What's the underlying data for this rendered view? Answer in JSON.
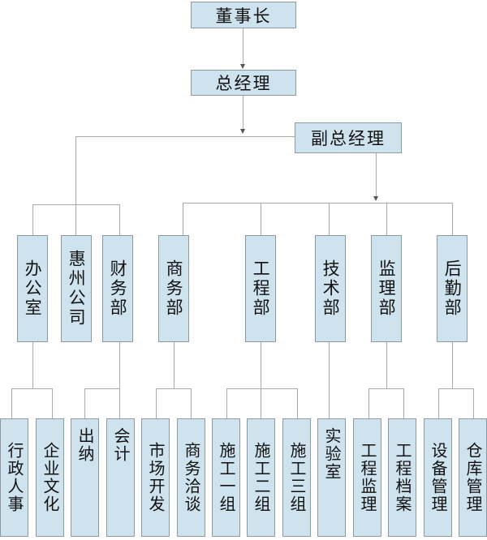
{
  "org": {
    "chairman": "董事长",
    "gm": "总经理",
    "deputy_gm": "副总经理",
    "departments": {
      "office": "办公室",
      "huizhou": "惠州公司",
      "finance": "财务部",
      "business": "商务部",
      "engineering": "工程部",
      "technology": "技术部",
      "supervision": "监理部",
      "logistics": "后勤部"
    },
    "sub_units": {
      "admin_hr": "行政人事",
      "culture": "企业文化",
      "cashier": "出纳",
      "accounting": "会计",
      "market": "市场开发",
      "negotiation": "商务洽谈",
      "team1": "施工一组",
      "team2": "施工二组",
      "team3": "施工三组",
      "lab": "实验室",
      "eng_supervision": "工程监理",
      "eng_archive": "工程档案",
      "equipment": "设备管理",
      "warehouse": "仓库管理"
    }
  }
}
